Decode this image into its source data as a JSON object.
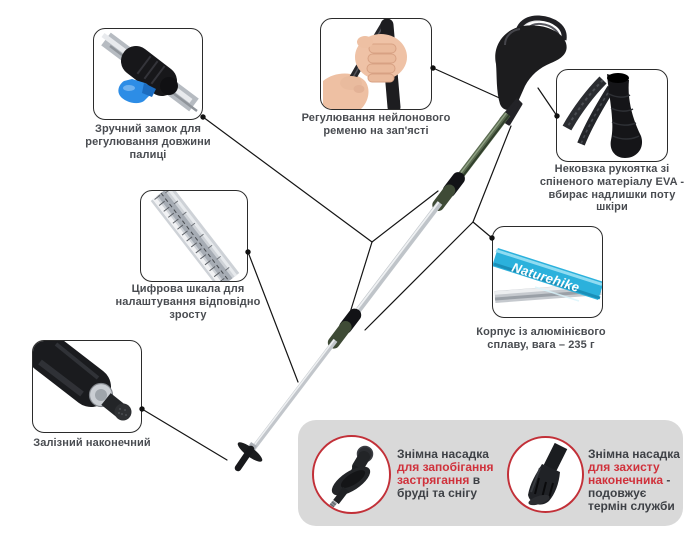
{
  "colors": {
    "accent_red": "#d0313b",
    "panel_gray": "#d9d9d9",
    "connector_line": "#141414",
    "caption_text": "#494c51",
    "lever_blue": "#2d8de6",
    "pole_blue": "#2bb1dc",
    "pole_green": "#5a6a50"
  },
  "brand": {
    "pole_logo": "Naturehike"
  },
  "callouts": {
    "lock": {
      "lines": [
        "Зручний замок для",
        "регулювання довжини",
        "палиці"
      ]
    },
    "strap": {
      "lines": [
        "Регулювання нейлонового",
        "ременю на зап'ясті"
      ]
    },
    "grip": {
      "lines": [
        "Нековзка рукоятка зі",
        "спіненого матеріалу EVA -",
        "вбирає надлишки поту",
        "шкіри"
      ]
    },
    "scale": {
      "lines": [
        "Цифрова шкала для",
        "налаштування відповідно",
        "зросту"
      ]
    },
    "alloy": {
      "lines": [
        "Корпус із алюмінієвого",
        "сплаву, вага – 235 г"
      ]
    },
    "tip": {
      "lines": [
        "Залізний наконечний"
      ]
    }
  },
  "attachments": {
    "mud_basket": {
      "l1": "Знімна насадка",
      "l2_red": "для запобігання",
      "l3_red": "застрягання",
      "l3_rest": "в",
      "l4": "бруді та снігу"
    },
    "tip_protector": {
      "l1": "Знімна насадка",
      "l2_red": "для захисту",
      "l3_red": "наконечника",
      "l3_rest": "-",
      "l4": "подовжує",
      "l5": "термін служби"
    }
  }
}
